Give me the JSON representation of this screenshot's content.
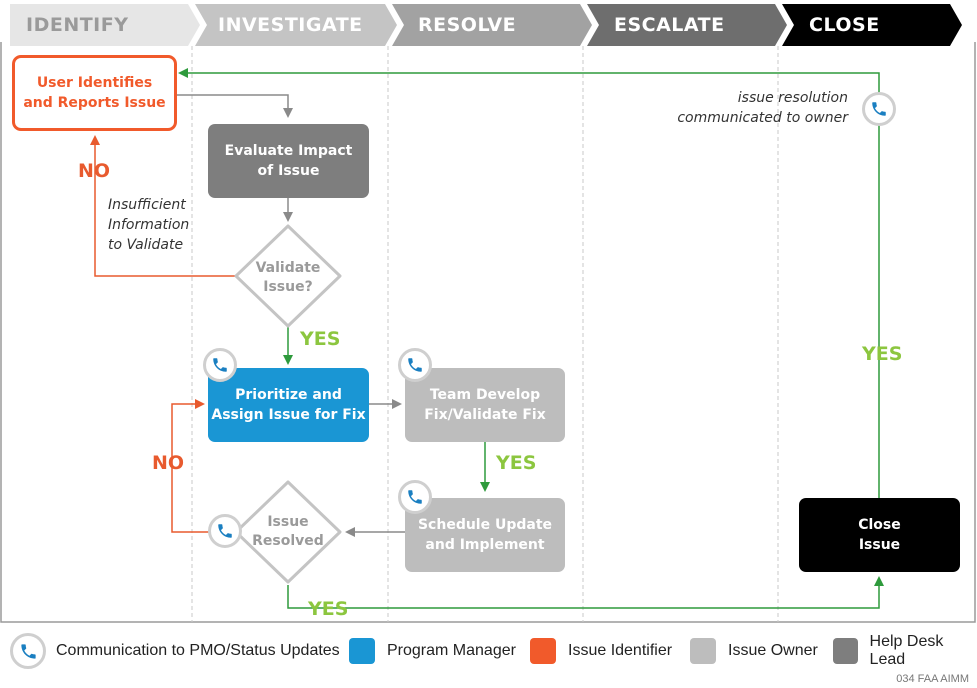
{
  "phases": [
    {
      "label": "IDENTIFY",
      "color": "#e6e6e6",
      "text_color": "#9a9a9a"
    },
    {
      "label": "INVESTIGATE",
      "color": "#c4c4c4",
      "text_color": "#ffffff"
    },
    {
      "label": "RESOLVE",
      "color": "#a2a2a2",
      "text_color": "#ffffff"
    },
    {
      "label": "ESCALATE",
      "color": "#6e6e6e",
      "text_color": "#ffffff"
    },
    {
      "label": "CLOSE",
      "color": "#000000",
      "text_color": "#ffffff"
    }
  ],
  "nodes": {
    "user_identifies": "User Identifies\nand Reports Issue",
    "evaluate_impact": "Evaluate Impact\nof Issue",
    "validate_issue": "Validate\nIssue?",
    "prioritize_assign": "Prioritize and\nAssign Issue for Fix",
    "team_develop": "Team Develop\nFix/Validate Fix",
    "schedule_update": "Schedule Update\nand Implement",
    "issue_resolved": "Issue\nResolved",
    "close_issue": "Close\nIssue"
  },
  "decisions": {
    "no_insufficient": "NO",
    "yes_validate": "YES",
    "yes_team": "YES",
    "no_resolved": "NO",
    "yes_resolved": "YES",
    "yes_close": "YES"
  },
  "notes": {
    "insufficient_info": "Insufficient\nInformation\nto Validate",
    "resolution_communicated": "issue resolution\ncommunicated to owner"
  },
  "legend": {
    "communication": "Communication to PMO/Status Updates",
    "program_manager": "Program Manager",
    "issue_identifier": "Issue Identifier",
    "issue_owner": "Issue Owner",
    "help_desk_lead": "Help Desk Lead"
  },
  "colors": {
    "program_manager": "#1a96d4",
    "issue_identifier": "#f15a2b",
    "issue_owner": "#bdbdbd",
    "help_desk_lead": "#7e7e7e",
    "close": "#000000",
    "yes": "#8cc63f",
    "flow_green": "#2e9a3c",
    "no_red": "#e85a2e",
    "phone_blue": "#1a7fc1"
  },
  "footer": "034 FAA AIMM"
}
